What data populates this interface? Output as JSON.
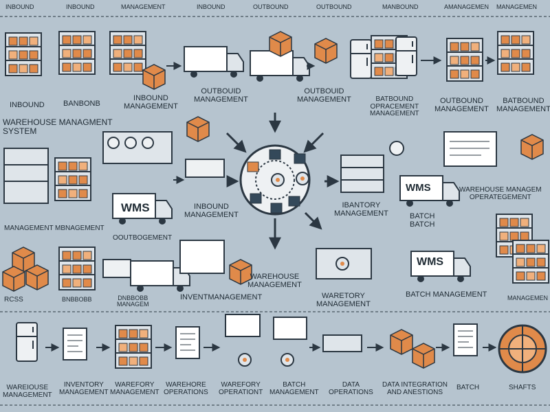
{
  "colors": {
    "background": "#b6c4cf",
    "box_orange": "#e08a4a",
    "shelf_dark": "#34495a",
    "line": "#2b3742",
    "panel": "#eef1f3"
  },
  "top_labels": [
    "INBOUND",
    "INBOUND",
    "MANAGEMENT",
    "INBOUND",
    "OUTBOUND",
    "OUTBOUND",
    "MANBOUND",
    "AMANAGEMEN",
    "MANAGEMEN"
  ],
  "row1_labels": [
    "INBOUND",
    "BANBONB",
    "INBOUND\nMANAGEMENT",
    "OUTBOUID\nMANAGEMENT",
    "OUTBOUID\nMANAGEMENT",
    "BATBOUND\nOPRACEMENT\nMANAGEMENT",
    "OUTBOUND\nMANAGEMENT",
    "BATBOUND\nMANAGEMENT"
  ],
  "left_title": "WAREHOUSE MANAGMENT\nSYSTEM",
  "row2_labels": {
    "inbound_mgmt": "INBOUND\nMANAGEMENT",
    "inventory_mgmt": "IBANTORY\nMANAGEMENT",
    "batch": "BATCH\nBATCH",
    "warehouse_right": "WAREHOUSE MANAGEM\nOPERATEGEMENT",
    "mgmt_a": "MANAGEMENT",
    "mgmt_b": "MBNAGEMENT",
    "outbound": "OOUTBOGEMENT"
  },
  "wms_label": "WMS",
  "row3_labels": [
    "RCSS",
    "BNBBOBB",
    "DNBBOBB\nMANAGEM",
    "INVENTMANAGEMENT",
    "WAREHOUSE\nMANAGEMENT",
    "WARETORY\nMANAGEMENT",
    "BATCH MANAGEMENT",
    "MANAGEMEN"
  ],
  "bottom_labels": [
    "WAREIOUSE\nMANAGEMENT",
    "INVENTORY\nMANAGEMENT",
    "WAREFORY\nMANAGEMENT",
    "WAREHORE\nOPERATIONS",
    "WAREFORY\nOPERATIONT",
    "BATCH\nMANAGEMENT",
    "DATA\nOPERATIONS",
    "DATA INTEGRATION\nAND ANESTIONS",
    "BATCH",
    "SHAFTS"
  ]
}
